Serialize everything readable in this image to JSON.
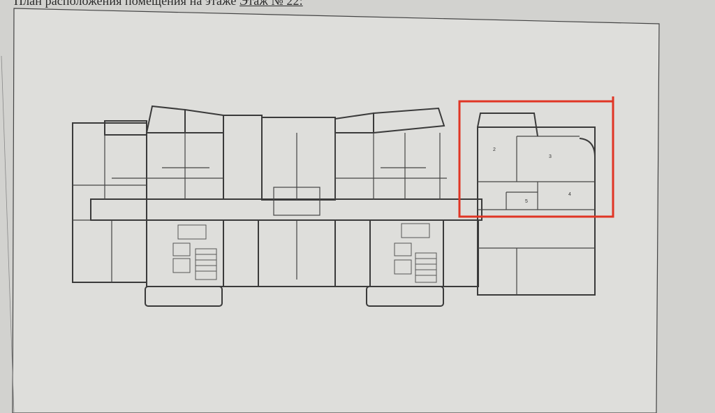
{
  "document": {
    "heading_text": "План расположения помещения на этаже",
    "floor_label": "Этаж № 22:"
  },
  "plan": {
    "room_numbers": [
      "2",
      "3",
      "4",
      "5"
    ],
    "highlight_color": "#e03525",
    "line_color": "#3a3a3a",
    "paper_color": "#dededb"
  }
}
